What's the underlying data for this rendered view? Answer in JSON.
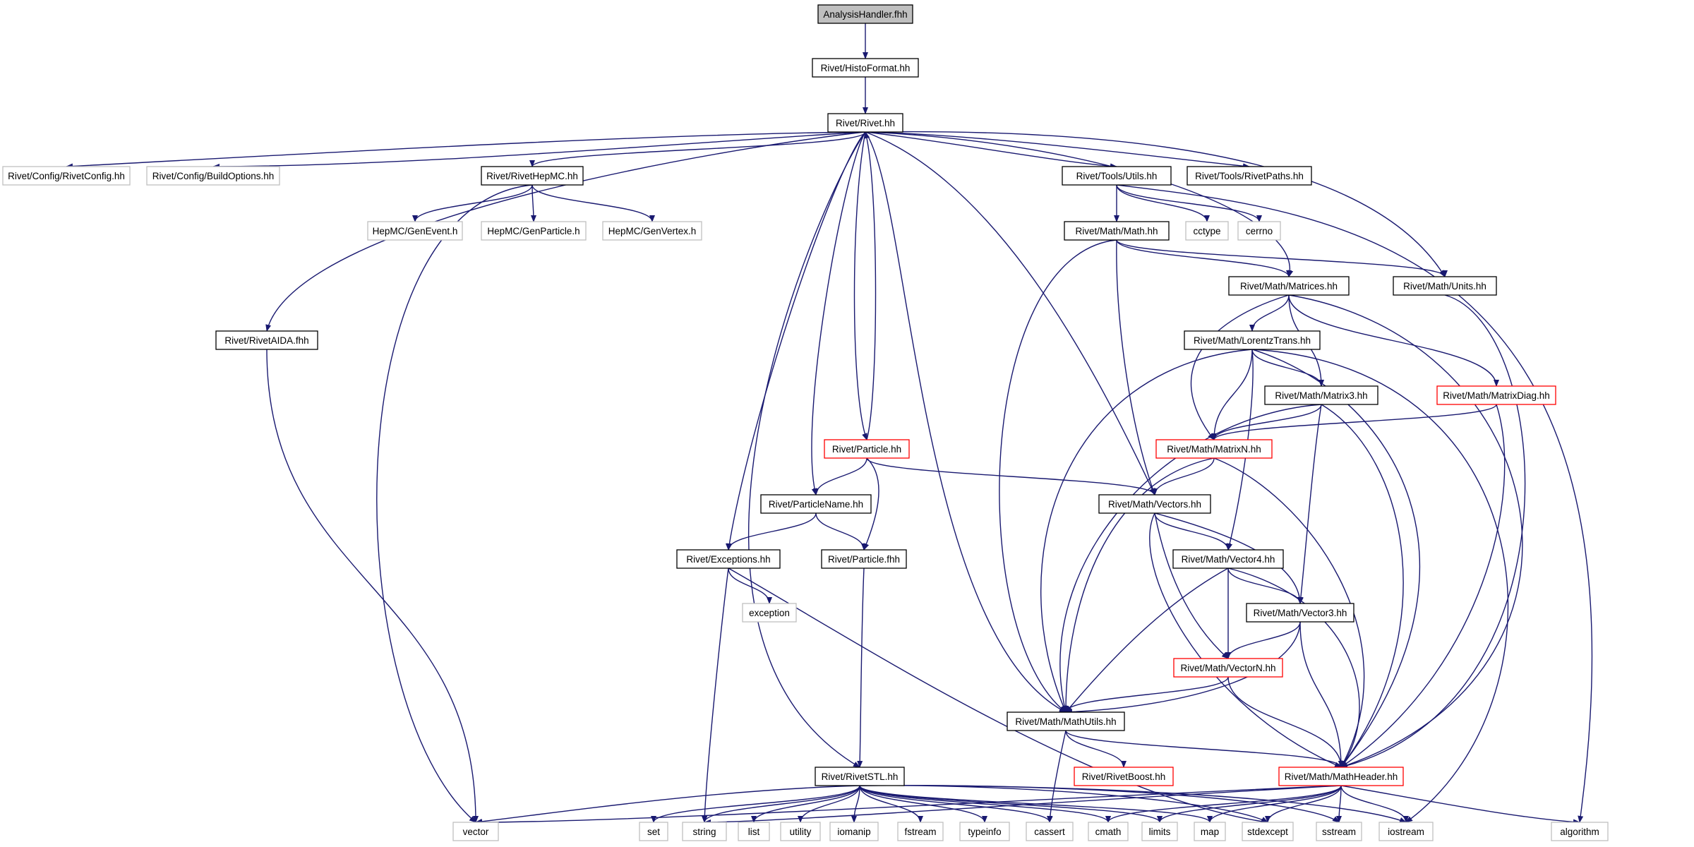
{
  "graph": {
    "colors": {
      "edge": "#191970",
      "node_border": "#000000",
      "node_missing_border": "#bfbfbf",
      "node_incomplete_border": "#ff0000",
      "root_fill": "#bfbfbf",
      "node_fill": "#ffffff",
      "label": "#000000"
    },
    "nodes": [
      {
        "id": "analysis_fhh",
        "label": "AnalysisHandler.fhh",
        "kind": "root"
      },
      {
        "id": "histoformat",
        "label": "Rivet/HistoFormat.hh",
        "kind": "normal"
      },
      {
        "id": "rivet",
        "label": "Rivet/Rivet.hh",
        "kind": "normal"
      },
      {
        "id": "rivetconfig",
        "label": "Rivet/Config/RivetConfig.hh",
        "kind": "missing"
      },
      {
        "id": "buildoptions",
        "label": "Rivet/Config/BuildOptions.hh",
        "kind": "missing"
      },
      {
        "id": "rivethepmc",
        "label": "Rivet/RivetHepMC.hh",
        "kind": "normal"
      },
      {
        "id": "toolsutils",
        "label": "Rivet/Tools/Utils.hh",
        "kind": "normal"
      },
      {
        "id": "rivetpaths",
        "label": "Rivet/Tools/RivetPaths.hh",
        "kind": "normal"
      },
      {
        "id": "genevent",
        "label": "HepMC/GenEvent.h",
        "kind": "missing"
      },
      {
        "id": "genparticle",
        "label": "HepMC/GenParticle.h",
        "kind": "missing"
      },
      {
        "id": "genvertex",
        "label": "HepMC/GenVertex.h",
        "kind": "missing"
      },
      {
        "id": "mathmath",
        "label": "Rivet/Math/Math.hh",
        "kind": "normal"
      },
      {
        "id": "cctype",
        "label": "cctype",
        "kind": "missing"
      },
      {
        "id": "cerrno",
        "label": "cerrno",
        "kind": "missing"
      },
      {
        "id": "matrices",
        "label": "Rivet/Math/Matrices.hh",
        "kind": "normal"
      },
      {
        "id": "units",
        "label": "Rivet/Math/Units.hh",
        "kind": "normal"
      },
      {
        "id": "rivetaida",
        "label": "Rivet/RivetAIDA.fhh",
        "kind": "normal"
      },
      {
        "id": "lorentz",
        "label": "Rivet/Math/LorentzTrans.hh",
        "kind": "normal"
      },
      {
        "id": "matrix3",
        "label": "Rivet/Math/Matrix3.hh",
        "kind": "normal"
      },
      {
        "id": "matrixdiag",
        "label": "Rivet/Math/MatrixDiag.hh",
        "kind": "incomplete"
      },
      {
        "id": "particle",
        "label": "Rivet/Particle.hh",
        "kind": "incomplete"
      },
      {
        "id": "matrixn",
        "label": "Rivet/Math/MatrixN.hh",
        "kind": "incomplete"
      },
      {
        "id": "particlename",
        "label": "Rivet/ParticleName.hh",
        "kind": "normal"
      },
      {
        "id": "vectors",
        "label": "Rivet/Math/Vectors.hh",
        "kind": "normal"
      },
      {
        "id": "exceptions",
        "label": "Rivet/Exceptions.hh",
        "kind": "normal"
      },
      {
        "id": "particle_fhh",
        "label": "Rivet/Particle.fhh",
        "kind": "normal"
      },
      {
        "id": "vector4",
        "label": "Rivet/Math/Vector4.hh",
        "kind": "normal"
      },
      {
        "id": "exception",
        "label": "exception",
        "kind": "missing"
      },
      {
        "id": "vector3",
        "label": "Rivet/Math/Vector3.hh",
        "kind": "normal"
      },
      {
        "id": "vectorn",
        "label": "Rivet/Math/VectorN.hh",
        "kind": "incomplete"
      },
      {
        "id": "mathutils",
        "label": "Rivet/Math/MathUtils.hh",
        "kind": "normal"
      },
      {
        "id": "rivetboost",
        "label": "Rivet/RivetBoost.hh",
        "kind": "incomplete"
      },
      {
        "id": "rivetstl",
        "label": "Rivet/RivetSTL.hh",
        "kind": "normal"
      },
      {
        "id": "mathheader",
        "label": "Rivet/Math/MathHeader.hh",
        "kind": "incomplete"
      },
      {
        "id": "vector",
        "label": "vector",
        "kind": "missing"
      },
      {
        "id": "set",
        "label": "set",
        "kind": "missing"
      },
      {
        "id": "string",
        "label": "string",
        "kind": "missing"
      },
      {
        "id": "list",
        "label": "list",
        "kind": "missing"
      },
      {
        "id": "utility",
        "label": "utility",
        "kind": "missing"
      },
      {
        "id": "iomanip",
        "label": "iomanip",
        "kind": "missing"
      },
      {
        "id": "fstream",
        "label": "fstream",
        "kind": "missing"
      },
      {
        "id": "typeinfo",
        "label": "typeinfo",
        "kind": "missing"
      },
      {
        "id": "cassert",
        "label": "cassert",
        "kind": "missing"
      },
      {
        "id": "cmath",
        "label": "cmath",
        "kind": "missing"
      },
      {
        "id": "limits",
        "label": "limits",
        "kind": "missing"
      },
      {
        "id": "map",
        "label": "map",
        "kind": "missing"
      },
      {
        "id": "stdexcept",
        "label": "stdexcept",
        "kind": "missing"
      },
      {
        "id": "sstream",
        "label": "sstream",
        "kind": "missing"
      },
      {
        "id": "iostream",
        "label": "iostream",
        "kind": "missing"
      },
      {
        "id": "algorithm",
        "label": "algorithm",
        "kind": "missing"
      }
    ],
    "edges": [
      {
        "from": "analysis_fhh",
        "to": "histoformat"
      },
      {
        "from": "histoformat",
        "to": "rivet"
      },
      {
        "from": "rivet",
        "to": "rivetconfig"
      },
      {
        "from": "rivet",
        "to": "buildoptions"
      },
      {
        "from": "rivet",
        "to": "rivethepmc"
      },
      {
        "from": "rivet",
        "to": "toolsutils"
      },
      {
        "from": "rivet",
        "to": "rivetpaths"
      },
      {
        "from": "rivet",
        "to": "rivetaida"
      },
      {
        "from": "rivet",
        "to": "rivetstl"
      },
      {
        "from": "rivet",
        "to": "exceptions"
      },
      {
        "from": "rivet",
        "to": "particlename"
      },
      {
        "from": "rivet",
        "to": "particle"
      },
      {
        "from": "rivet",
        "to": "mathutils"
      },
      {
        "from": "rivet",
        "to": "vectors"
      },
      {
        "from": "rivet",
        "to": "matrices"
      },
      {
        "from": "rivet",
        "to": "units"
      },
      {
        "from": "particle",
        "to": "rivet"
      },
      {
        "from": "rivethepmc",
        "to": "genevent"
      },
      {
        "from": "rivethepmc",
        "to": "genparticle"
      },
      {
        "from": "rivethepmc",
        "to": "genvertex"
      },
      {
        "from": "rivethepmc",
        "to": "vector"
      },
      {
        "from": "toolsutils",
        "to": "mathmath"
      },
      {
        "from": "toolsutils",
        "to": "cctype"
      },
      {
        "from": "toolsutils",
        "to": "cerrno"
      },
      {
        "from": "toolsutils",
        "to": "algorithm"
      },
      {
        "from": "mathmath",
        "to": "matrices"
      },
      {
        "from": "mathmath",
        "to": "units"
      },
      {
        "from": "mathmath",
        "to": "vectors"
      },
      {
        "from": "mathmath",
        "to": "mathutils"
      },
      {
        "from": "matrices",
        "to": "lorentz"
      },
      {
        "from": "matrices",
        "to": "matrix3"
      },
      {
        "from": "matrices",
        "to": "matrixdiag"
      },
      {
        "from": "matrices",
        "to": "matrixn"
      },
      {
        "from": "matrices",
        "to": "mathheader"
      },
      {
        "from": "units",
        "to": "mathheader"
      },
      {
        "from": "rivetaida",
        "to": "vector"
      },
      {
        "from": "lorentz",
        "to": "matrix3"
      },
      {
        "from": "lorentz",
        "to": "matrixn"
      },
      {
        "from": "lorentz",
        "to": "vector4"
      },
      {
        "from": "lorentz",
        "to": "mathutils"
      },
      {
        "from": "lorentz",
        "to": "mathheader"
      },
      {
        "from": "lorentz",
        "to": "iostream"
      },
      {
        "from": "matrix3",
        "to": "matrixn"
      },
      {
        "from": "matrix3",
        "to": "vector3"
      },
      {
        "from": "matrix3",
        "to": "mathutils"
      },
      {
        "from": "matrix3",
        "to": "mathheader"
      },
      {
        "from": "matrixdiag",
        "to": "matrixn"
      },
      {
        "from": "matrixdiag",
        "to": "mathheader"
      },
      {
        "from": "particle",
        "to": "particlename"
      },
      {
        "from": "particle",
        "to": "particle_fhh"
      },
      {
        "from": "particle",
        "to": "vectors"
      },
      {
        "from": "matrixn",
        "to": "vectors"
      },
      {
        "from": "matrixn",
        "to": "mathutils"
      },
      {
        "from": "matrixn",
        "to": "mathheader"
      },
      {
        "from": "particlename",
        "to": "exceptions"
      },
      {
        "from": "particlename",
        "to": "particle_fhh"
      },
      {
        "from": "vectors",
        "to": "vector4"
      },
      {
        "from": "vectors",
        "to": "vector3"
      },
      {
        "from": "vectors",
        "to": "vectorn"
      },
      {
        "from": "vectors",
        "to": "mathheader"
      },
      {
        "from": "exceptions",
        "to": "exception"
      },
      {
        "from": "exceptions",
        "to": "string"
      },
      {
        "from": "exceptions",
        "to": "stdexcept"
      },
      {
        "from": "particle_fhh",
        "to": "rivetstl"
      },
      {
        "from": "vector4",
        "to": "vector3"
      },
      {
        "from": "vector4",
        "to": "vectorn"
      },
      {
        "from": "vector4",
        "to": "mathutils"
      },
      {
        "from": "vector4",
        "to": "mathheader"
      },
      {
        "from": "vector3",
        "to": "vectorn"
      },
      {
        "from": "vector3",
        "to": "mathutils"
      },
      {
        "from": "vector3",
        "to": "mathheader"
      },
      {
        "from": "vectorn",
        "to": "mathutils"
      },
      {
        "from": "vectorn",
        "to": "mathheader"
      },
      {
        "from": "mathutils",
        "to": "rivetboost"
      },
      {
        "from": "mathutils",
        "to": "mathheader"
      },
      {
        "from": "mathutils",
        "to": "cassert"
      },
      {
        "from": "rivetstl",
        "to": "vector"
      },
      {
        "from": "rivetstl",
        "to": "set"
      },
      {
        "from": "rivetstl",
        "to": "string"
      },
      {
        "from": "rivetstl",
        "to": "list"
      },
      {
        "from": "rivetstl",
        "to": "utility"
      },
      {
        "from": "rivetstl",
        "to": "iomanip"
      },
      {
        "from": "rivetstl",
        "to": "fstream"
      },
      {
        "from": "rivetstl",
        "to": "typeinfo"
      },
      {
        "from": "rivetstl",
        "to": "cassert"
      },
      {
        "from": "rivetstl",
        "to": "cmath"
      },
      {
        "from": "rivetstl",
        "to": "limits"
      },
      {
        "from": "rivetstl",
        "to": "map"
      },
      {
        "from": "rivetstl",
        "to": "stdexcept"
      },
      {
        "from": "rivetstl",
        "to": "sstream"
      },
      {
        "from": "rivetstl",
        "to": "iostream"
      },
      {
        "from": "mathheader",
        "to": "vector"
      },
      {
        "from": "mathheader",
        "to": "string"
      },
      {
        "from": "mathheader",
        "to": "cmath"
      },
      {
        "from": "mathheader",
        "to": "limits"
      },
      {
        "from": "mathheader",
        "to": "map"
      },
      {
        "from": "mathheader",
        "to": "stdexcept"
      },
      {
        "from": "mathheader",
        "to": "sstream"
      },
      {
        "from": "mathheader",
        "to": "iostream"
      },
      {
        "from": "mathheader",
        "to": "algorithm"
      }
    ]
  }
}
